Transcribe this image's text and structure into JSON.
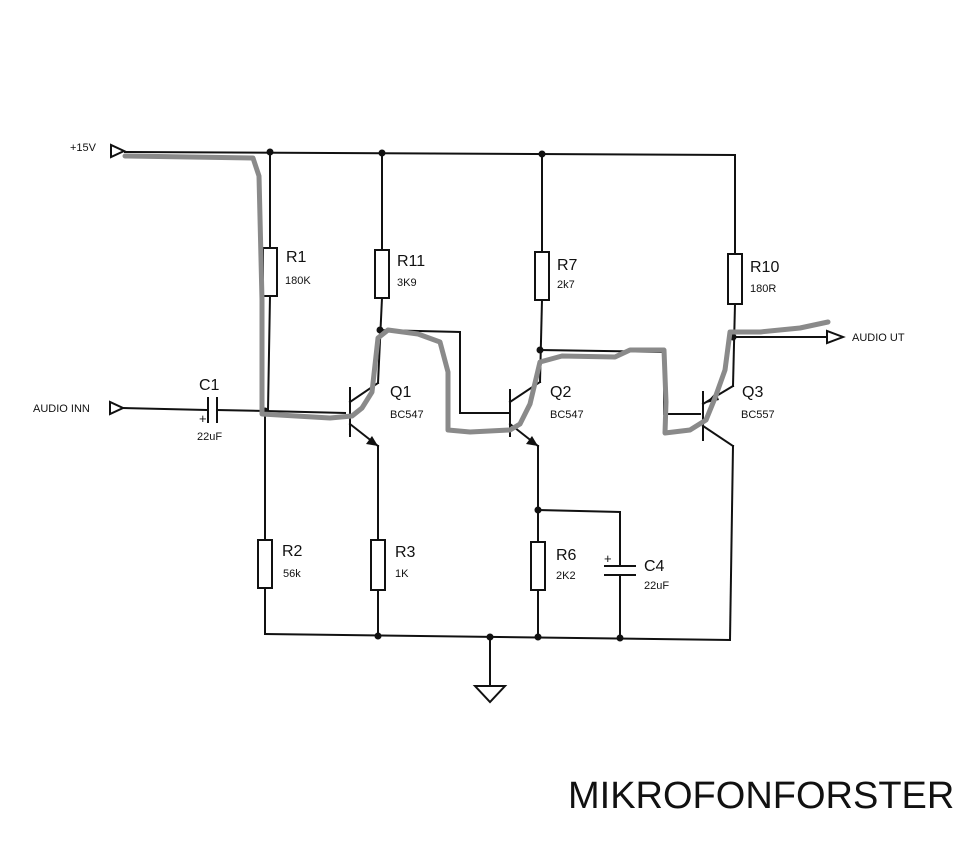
{
  "title": "MIKROFONFORSTER",
  "ports": {
    "supply": "+15V",
    "input": "AUDIO INN",
    "output": "AUDIO UT"
  },
  "components": {
    "R1": {
      "ref": "R1",
      "value": "180K"
    },
    "R11": {
      "ref": "R11",
      "value": "3K9"
    },
    "R7": {
      "ref": "R7",
      "value": "2k7"
    },
    "R10": {
      "ref": "R10",
      "value": "180R"
    },
    "R2": {
      "ref": "R2",
      "value": "56k"
    },
    "R3": {
      "ref": "R3",
      "value": "1K"
    },
    "R6": {
      "ref": "R6",
      "value": "2K2"
    },
    "C1": {
      "ref": "C1",
      "value": "22uF",
      "polarity": "+"
    },
    "C4": {
      "ref": "C4",
      "value": "22uF",
      "polarity": "+"
    },
    "Q1": {
      "ref": "Q1",
      "value": "BC547"
    },
    "Q2": {
      "ref": "Q2",
      "value": "BC547"
    },
    "Q3": {
      "ref": "Q3",
      "value": "BC557"
    }
  },
  "colors": {
    "ink": "#111111",
    "signal_highlight": "#8a8a8a",
    "background": "#ffffff"
  }
}
